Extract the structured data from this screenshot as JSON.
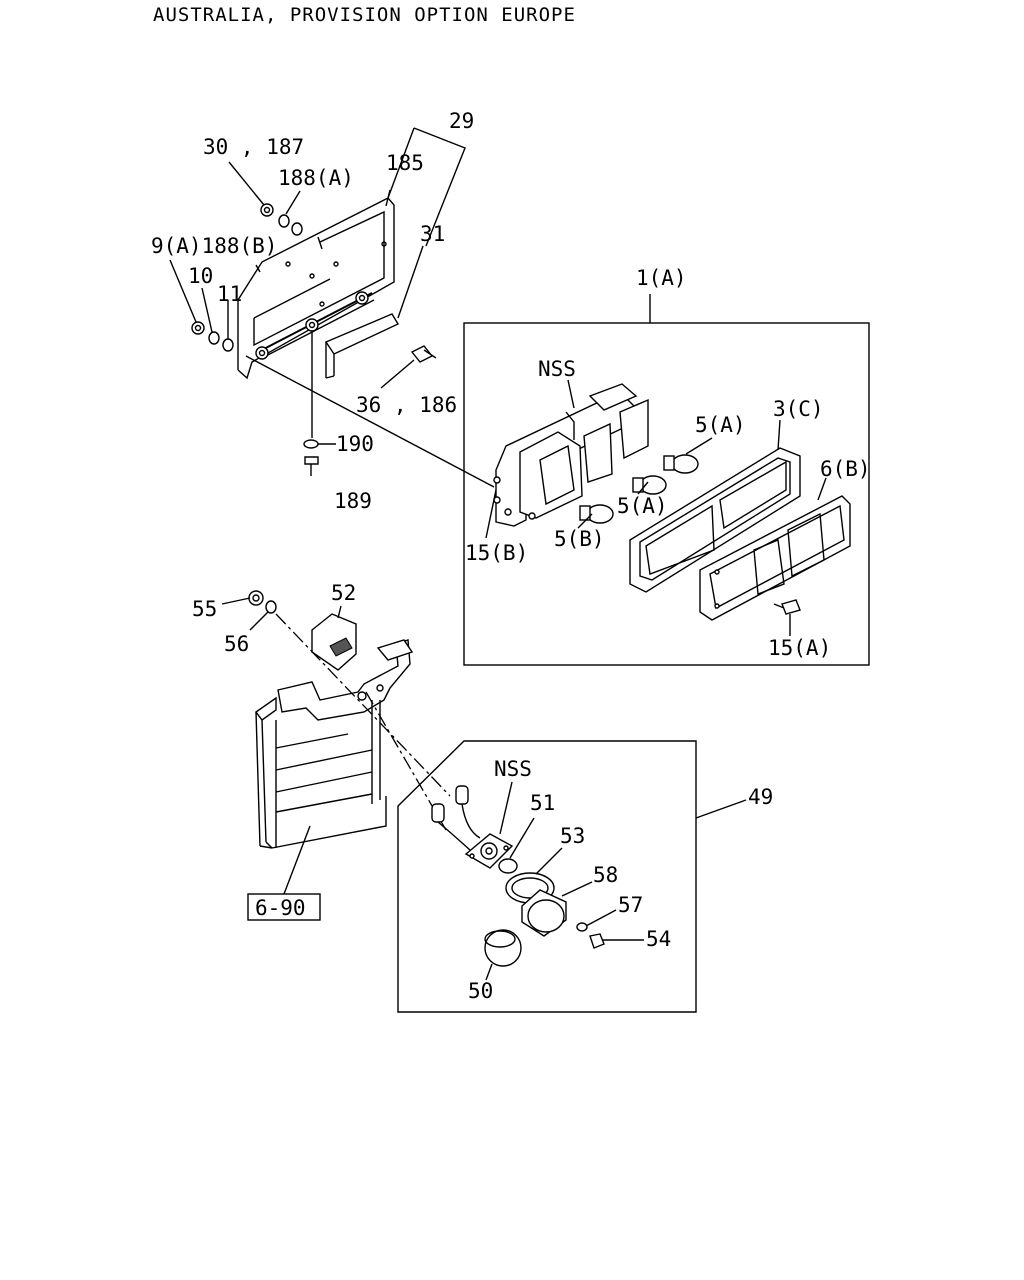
{
  "header": {
    "text": "AUSTRALIA, PROVISION OPTION EUROPE"
  },
  "callouts": {
    "c29": "29",
    "c30_187": "30 , 187",
    "c188a": "188(A)",
    "c185": "185",
    "c9a_188b": "9(A)188(B)",
    "c31": "31",
    "c10": "10",
    "c11": "11",
    "c36_186": "36 , 186",
    "c190": "190",
    "c189": "189",
    "c1a": "1(A)",
    "nss_top": "NSS",
    "c5a_1": "5(A)",
    "c3c": "3(C)",
    "c6b": "6(B)",
    "c5a_2": "5(A)",
    "c5b": "5(B)",
    "c15b": "15(B)",
    "c15a": "15(A)",
    "c55": "55",
    "c52": "52",
    "c56": "56",
    "nss_bottom": "NSS",
    "c51": "51",
    "c53": "53",
    "c49": "49",
    "c58": "58",
    "c57": "57",
    "c54": "54",
    "c50": "50",
    "ref_6_90": "6-90"
  }
}
